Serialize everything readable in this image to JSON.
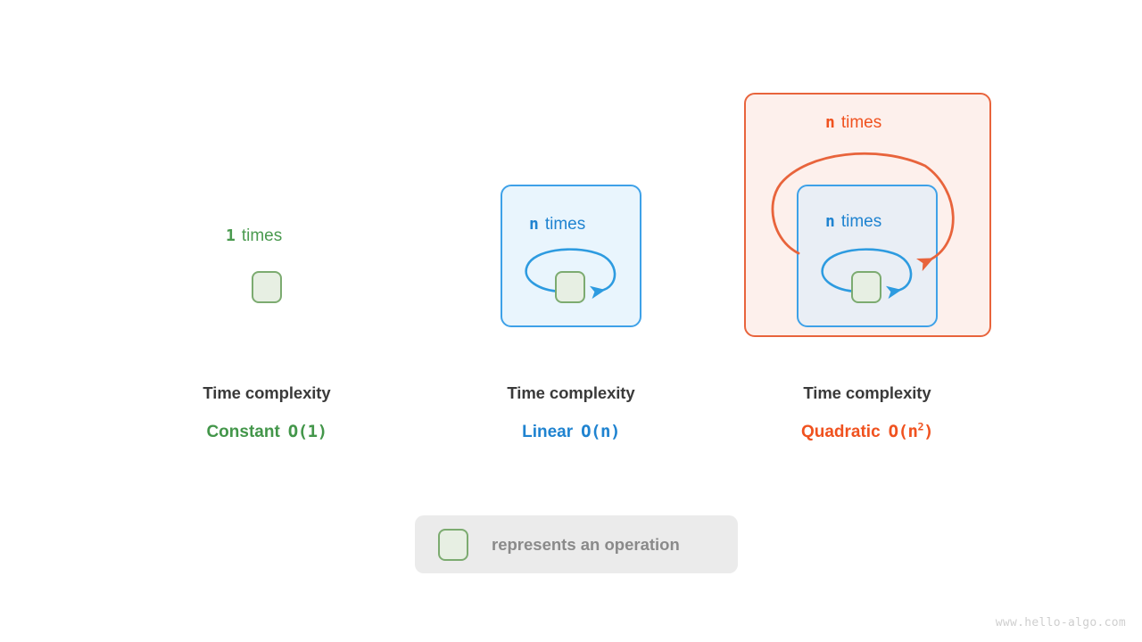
{
  "diagram": {
    "title_label": "Time complexity",
    "watermark": "www.hello-algo.com",
    "colors": {
      "green": "#43964a",
      "blue": "#1f83d0",
      "orange": "#f0521f",
      "op_box_fill": "#e7efe3",
      "op_box_border": "#7cab70",
      "linear_frame_fill": "#e9f5fd",
      "linear_frame_border": "#3ea1e8",
      "quad_outer_fill": "#fdf0ec",
      "quad_outer_border": "#e8643c",
      "quad_inner_fill": "#e9eef5",
      "quad_inner_border": "#3ea1e8",
      "legend_bg": "#ebebeb",
      "legend_text": "#8a8a8a",
      "caption_title": "#3a3a3a",
      "watermark_color": "#cfcfcf"
    },
    "columns": [
      {
        "id": "constant",
        "loop_label_count": "1",
        "loop_label_word": "times",
        "caption_title": "Time complexity",
        "caption_name": "Constant",
        "caption_bigo_prefix": "O(1)",
        "caption_bigo_exponent": "",
        "loops": 0
      },
      {
        "id": "linear",
        "loop_label_count": "n",
        "loop_label_word": "times",
        "caption_title": "Time complexity",
        "caption_name": "Linear",
        "caption_bigo_prefix": "O(n)",
        "caption_bigo_exponent": "",
        "loops": 1
      },
      {
        "id": "quadratic",
        "outer_label_count": "n",
        "outer_label_word": "times",
        "inner_label_count": "n",
        "inner_label_word": "times",
        "caption_title": "Time complexity",
        "caption_name": "Quadratic",
        "caption_bigo_open": "O(n",
        "caption_bigo_exponent": "2",
        "caption_bigo_close": ")",
        "loops": 2
      }
    ],
    "legend": {
      "swatch_name": "operation-box",
      "text": "represents an operation"
    }
  }
}
